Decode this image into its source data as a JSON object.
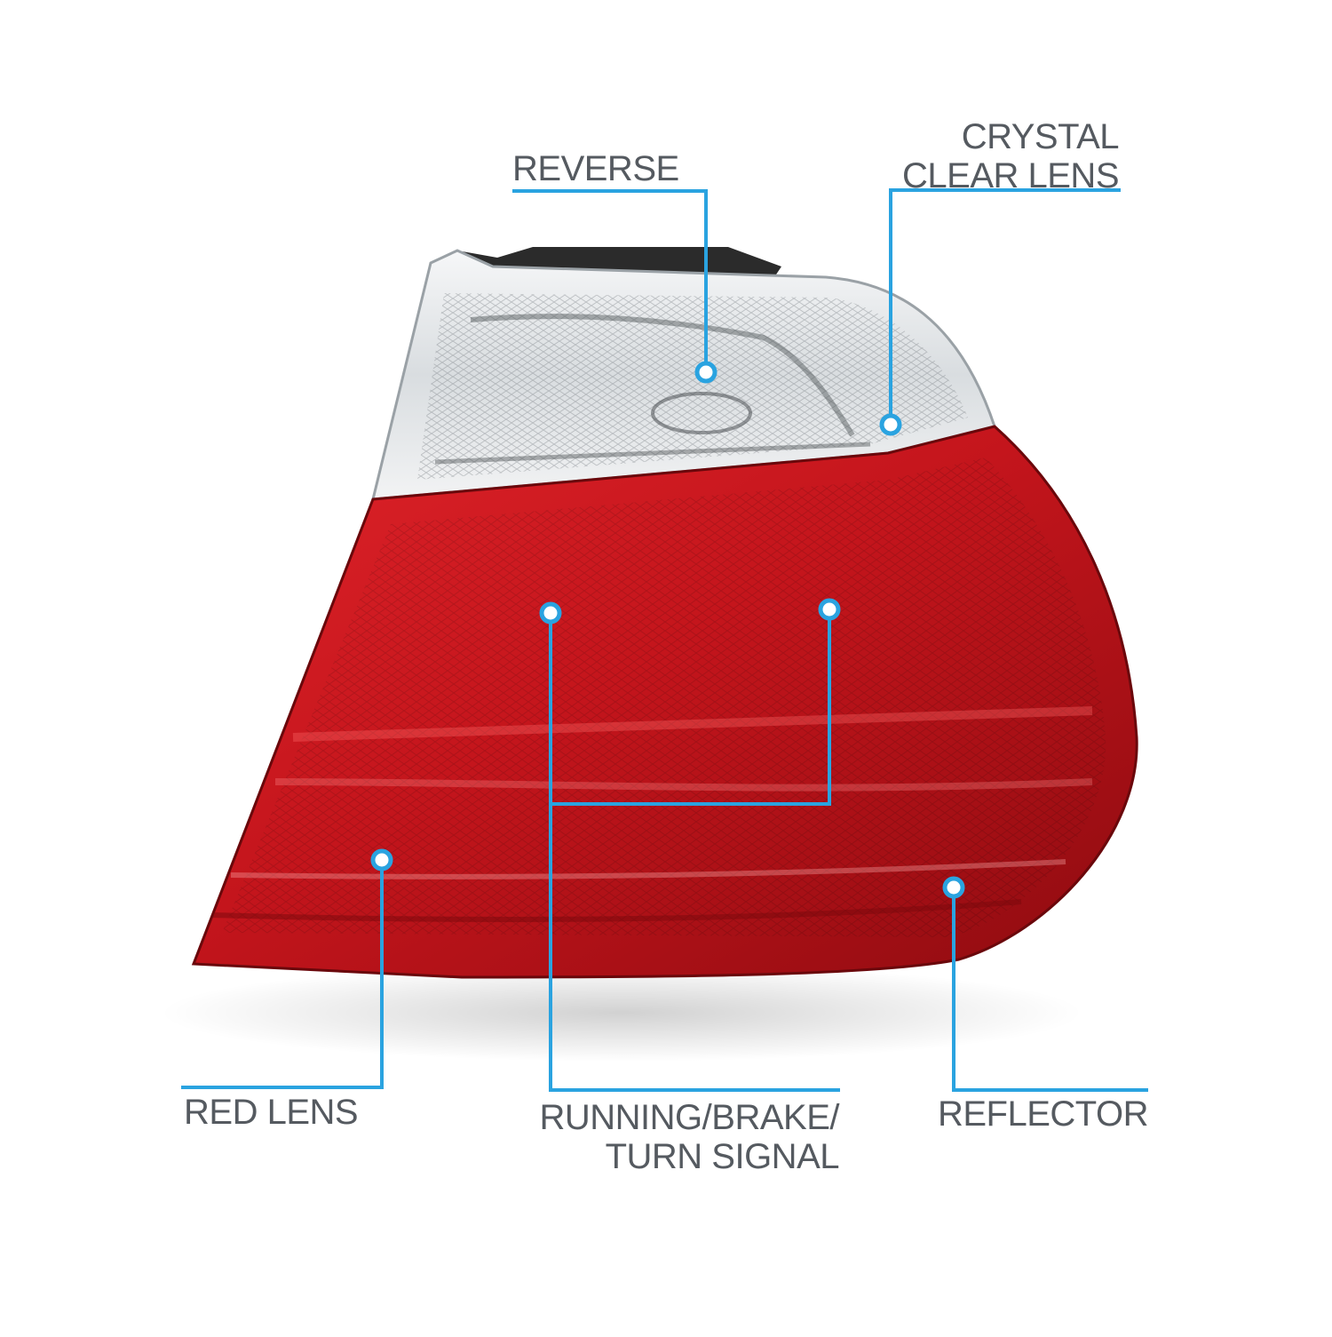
{
  "colors": {
    "accent": "#2aa3e0",
    "label_text": "#555a60",
    "lens_red": "#c4151c",
    "lens_clear": "#e9ecef",
    "background": "#ffffff"
  },
  "callouts": {
    "reverse": {
      "label": "REVERSE"
    },
    "crystal_clear_lens": {
      "line1": "CRYSTAL",
      "line2": "CLEAR LENS"
    },
    "red_lens": {
      "label": "RED LENS"
    },
    "running_brake_turn": {
      "line1": "RUNNING/BRAKE/",
      "line2": "TURN SIGNAL"
    },
    "reflector": {
      "label": "REFLECTOR"
    }
  }
}
